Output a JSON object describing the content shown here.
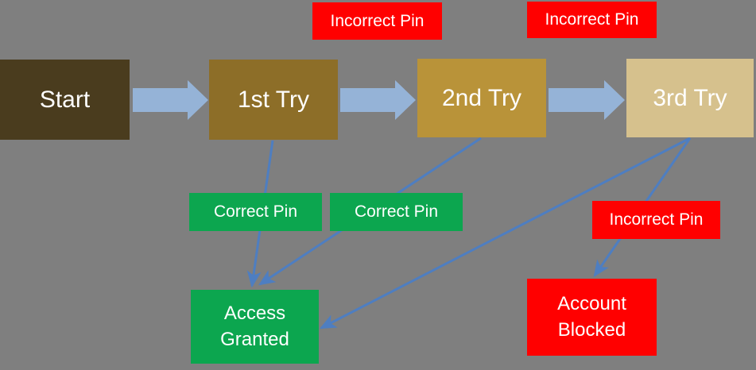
{
  "canvas": {
    "background_color": "#7F7F7F"
  },
  "nodes": {
    "start": {
      "label": "Start",
      "color": "#4A3C1E",
      "text_color": "#FFFFFF"
    },
    "try1": {
      "label": "1st Try",
      "color": "#8D6E28",
      "text_color": "#FFFFFF"
    },
    "try2": {
      "label": "2nd Try",
      "color": "#B99339",
      "text_color": "#FFFFFF"
    },
    "try3": {
      "label": "3rd Try",
      "color": "#D6C18D",
      "text_color": "#FFFFFF"
    }
  },
  "edge_labels": {
    "incorrect_pin_top1": {
      "label": "Incorrect Pin",
      "color": "#FF0000",
      "text_color": "#FFFFFF"
    },
    "incorrect_pin_top2": {
      "label": "Incorrect Pin",
      "color": "#FF0000",
      "text_color": "#FFFFFF"
    },
    "correct_pin_1": {
      "label": "Correct Pin",
      "color": "#0CA64F",
      "text_color": "#FFFFFF"
    },
    "correct_pin_2": {
      "label": "Correct Pin",
      "color": "#0CA64F",
      "text_color": "#FFFFFF"
    },
    "incorrect_pin_right": {
      "label": "Incorrect Pin",
      "color": "#FF0000",
      "text_color": "#FFFFFF"
    }
  },
  "outcomes": {
    "access_granted": {
      "label": "Access Granted",
      "color": "#0CA64F",
      "text_color": "#FFFFFF"
    },
    "account_blocked": {
      "label": "Account Blocked",
      "color": "#FF0000",
      "text_color": "#FFFFFF"
    }
  },
  "connectors": {
    "block_arrow_color": "#95B3D7",
    "line_arrow_color": "#4E7EC1",
    "edges": [
      {
        "from": "Start",
        "to": "1st Try",
        "style": "block-arrow"
      },
      {
        "from": "1st Try",
        "to": "2nd Try",
        "style": "block-arrow",
        "label": "Incorrect Pin"
      },
      {
        "from": "2nd Try",
        "to": "3rd Try",
        "style": "block-arrow",
        "label": "Incorrect Pin"
      },
      {
        "from": "1st Try",
        "to": "Access Granted",
        "style": "line-arrow",
        "label": "Correct Pin"
      },
      {
        "from": "2nd Try",
        "to": "Access Granted",
        "style": "line-arrow",
        "label": "Correct Pin"
      },
      {
        "from": "3rd Try",
        "to": "Access Granted",
        "style": "line-arrow"
      },
      {
        "from": "3rd Try",
        "to": "Account Blocked",
        "style": "line-arrow",
        "label": "Incorrect Pin"
      }
    ]
  }
}
